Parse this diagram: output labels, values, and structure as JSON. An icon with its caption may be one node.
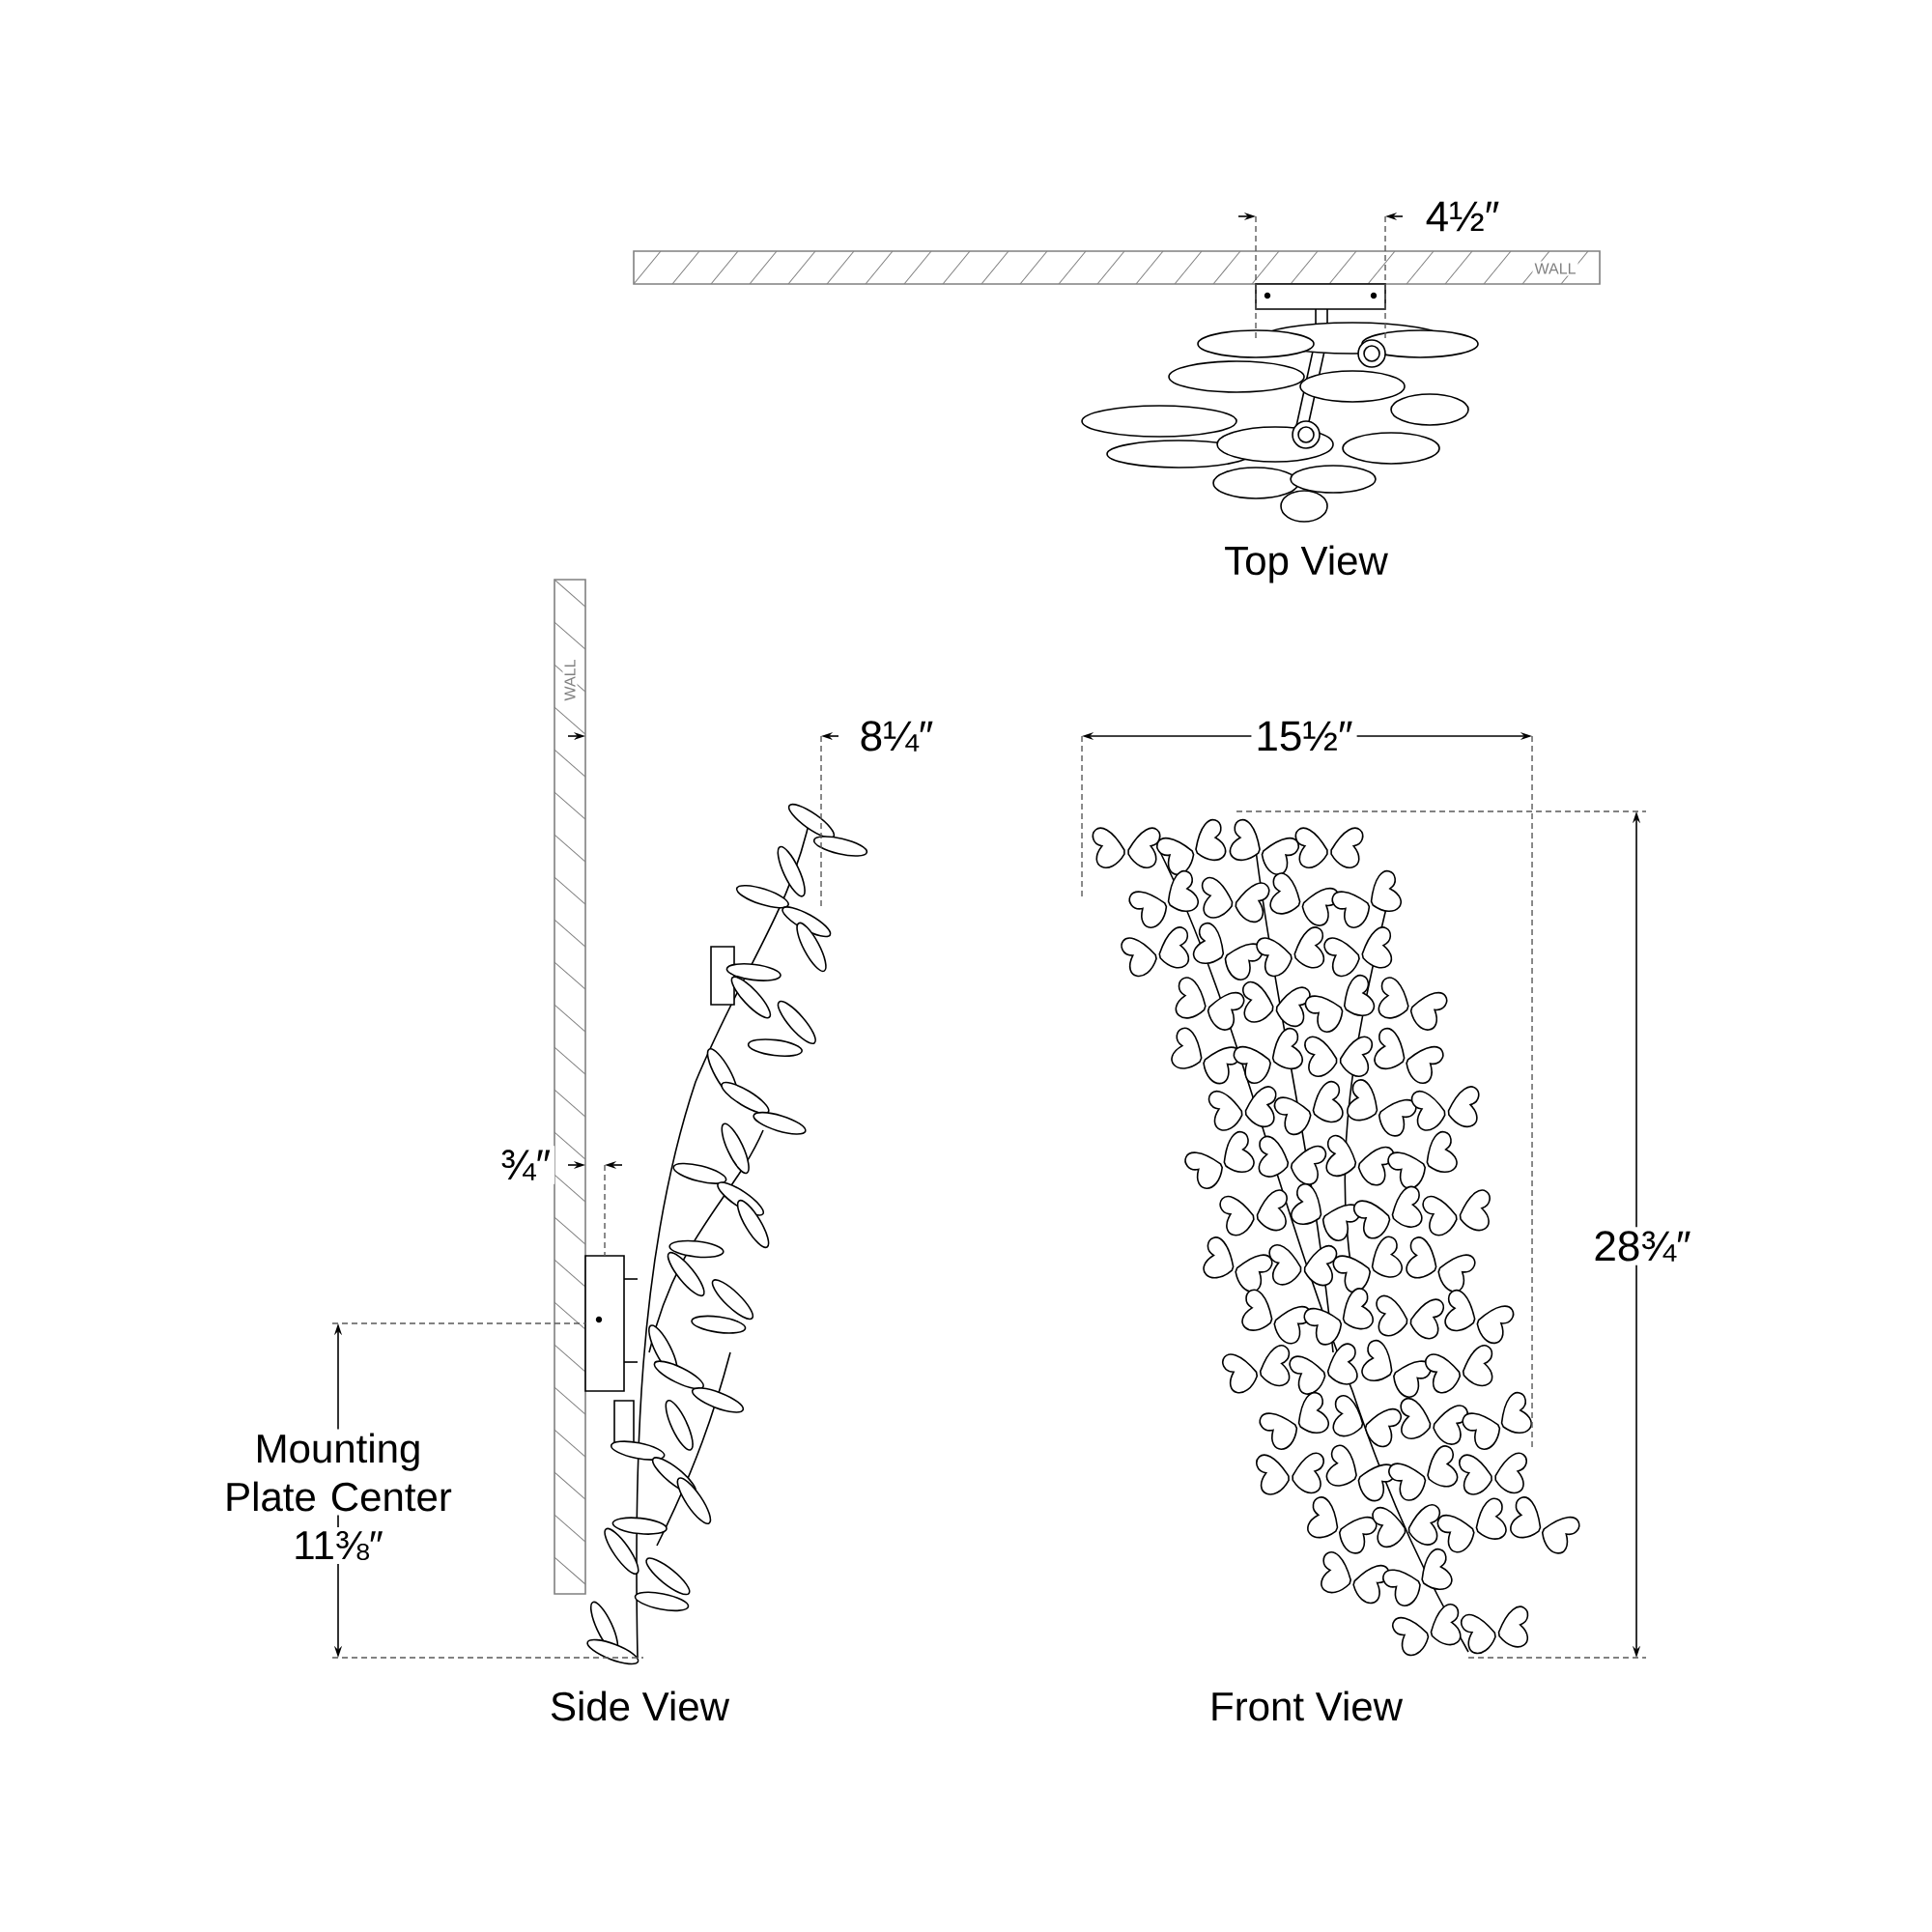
{
  "diagram": {
    "labels": [
      "4½″",
      "WALL",
      "Top View",
      "WALL",
      "8¼″",
      "15½″",
      "¾″",
      "28¾″",
      "Mounting Plate Center",
      "11⅜″",
      "Side View",
      "Front View"
    ]
  }
}
